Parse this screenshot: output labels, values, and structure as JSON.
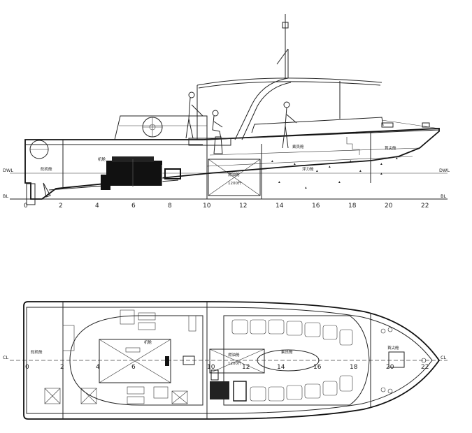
{
  "profile": {
    "waterline_left": "DWL",
    "waterline_right": "DWL",
    "baseline_left": "BL",
    "baseline_right": "BL",
    "frames": [
      "0",
      "2",
      "4",
      "6",
      "8",
      "10",
      "12",
      "14",
      "16",
      "18",
      "20",
      "22"
    ],
    "rooms": {
      "steering_gear": "舵机舱",
      "engine_room": "机舱",
      "fuel_tank": "燃油舱",
      "fuel_capacity": "1200升",
      "passenger_cabin": "乘员舱",
      "buoyancy_tank": "浮力舱",
      "fore_peak": "首尖舱"
    }
  },
  "plan": {
    "centerline_left": "CL",
    "centerline_right": "CL",
    "frames": [
      "0",
      "2",
      "4",
      "6",
      "10",
      "12",
      "14",
      "16",
      "18",
      "20",
      "22"
    ],
    "rooms": {
      "steering_gear": "舵机舱",
      "engine_room": "机舱",
      "fuel_tank": "燃油舱",
      "fuel_capacity": "1200升",
      "passenger_cabin": "乘员舱",
      "fore_peak": "首尖舱"
    }
  }
}
